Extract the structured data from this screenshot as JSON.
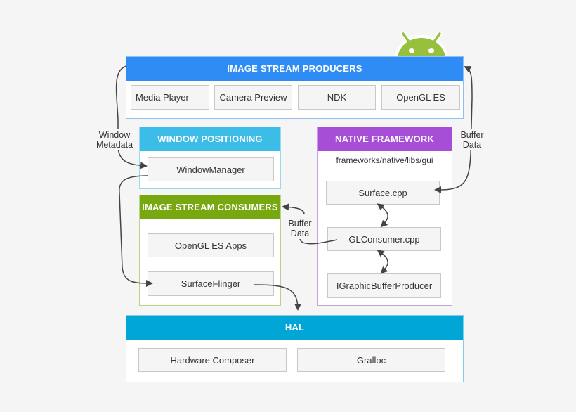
{
  "colors": {
    "background": "#f5f5f5",
    "producers": "#2f8cf5",
    "window_positioning": "#3cbde8",
    "native_framework": "#a64fd6",
    "consumers": "#77a810",
    "hal": "#00a6d6",
    "android_logo": "#97c03d",
    "arrow": "#444444"
  },
  "producers": {
    "title": "IMAGE STREAM PRODUCERS",
    "items": [
      "Media Player",
      "Camera Preview",
      "NDK",
      "OpenGL ES"
    ]
  },
  "window_positioning": {
    "title": "WINDOW POSITIONING",
    "items": [
      "WindowManager"
    ]
  },
  "native_framework": {
    "title": "NATIVE FRAMEWORK",
    "path": "frameworks/native/libs/gui",
    "items": [
      "Surface.cpp",
      "GLConsumer.cpp",
      "IGraphicBufferProducer"
    ]
  },
  "consumers": {
    "title": "IMAGE STREAM CONSUMERS",
    "items": [
      "OpenGL ES Apps",
      "SurfaceFlinger"
    ]
  },
  "hal": {
    "title": "HAL",
    "items": [
      "Hardware Composer",
      "Gralloc"
    ]
  },
  "edge_labels": {
    "window_metadata_line1": "Window",
    "window_metadata_line2": "Metadata",
    "buffer_data_right_line1": "Buffer",
    "buffer_data_right_line2": "Data",
    "buffer_data_mid_line1": "Buffer",
    "buffer_data_mid_line2": "Data"
  },
  "logo": "android-logo"
}
